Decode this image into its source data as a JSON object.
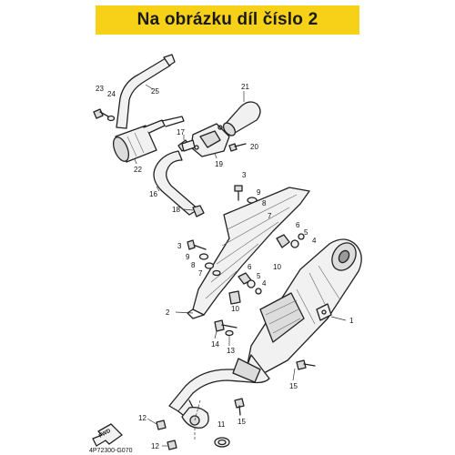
{
  "banner": {
    "text": "Na obrázku díl číslo 2",
    "color": "#f7d117"
  },
  "diagram_code": "4P72300-G070",
  "fwd_label": "FWD",
  "callouts": {
    "c1": "1",
    "c2": "2",
    "c3a": "3",
    "c3b": "3",
    "c4a": "4",
    "c4b": "4",
    "c5a": "5",
    "c5b": "5",
    "c6a": "6",
    "c6b": "6",
    "c7a": "7",
    "c7b": "7",
    "c8a": "8",
    "c8b": "8",
    "c9a": "9",
    "c9b": "9",
    "c10a": "10",
    "c10b": "10",
    "c11": "11",
    "c12a": "12",
    "c12b": "12",
    "c13": "13",
    "c14": "14",
    "c15a": "15",
    "c15b": "15",
    "c16": "16",
    "c17": "17",
    "c18": "18",
    "c19": "19",
    "c20": "20",
    "c21": "21",
    "c22": "22",
    "c23": "23",
    "c24": "24",
    "c25": "25"
  }
}
